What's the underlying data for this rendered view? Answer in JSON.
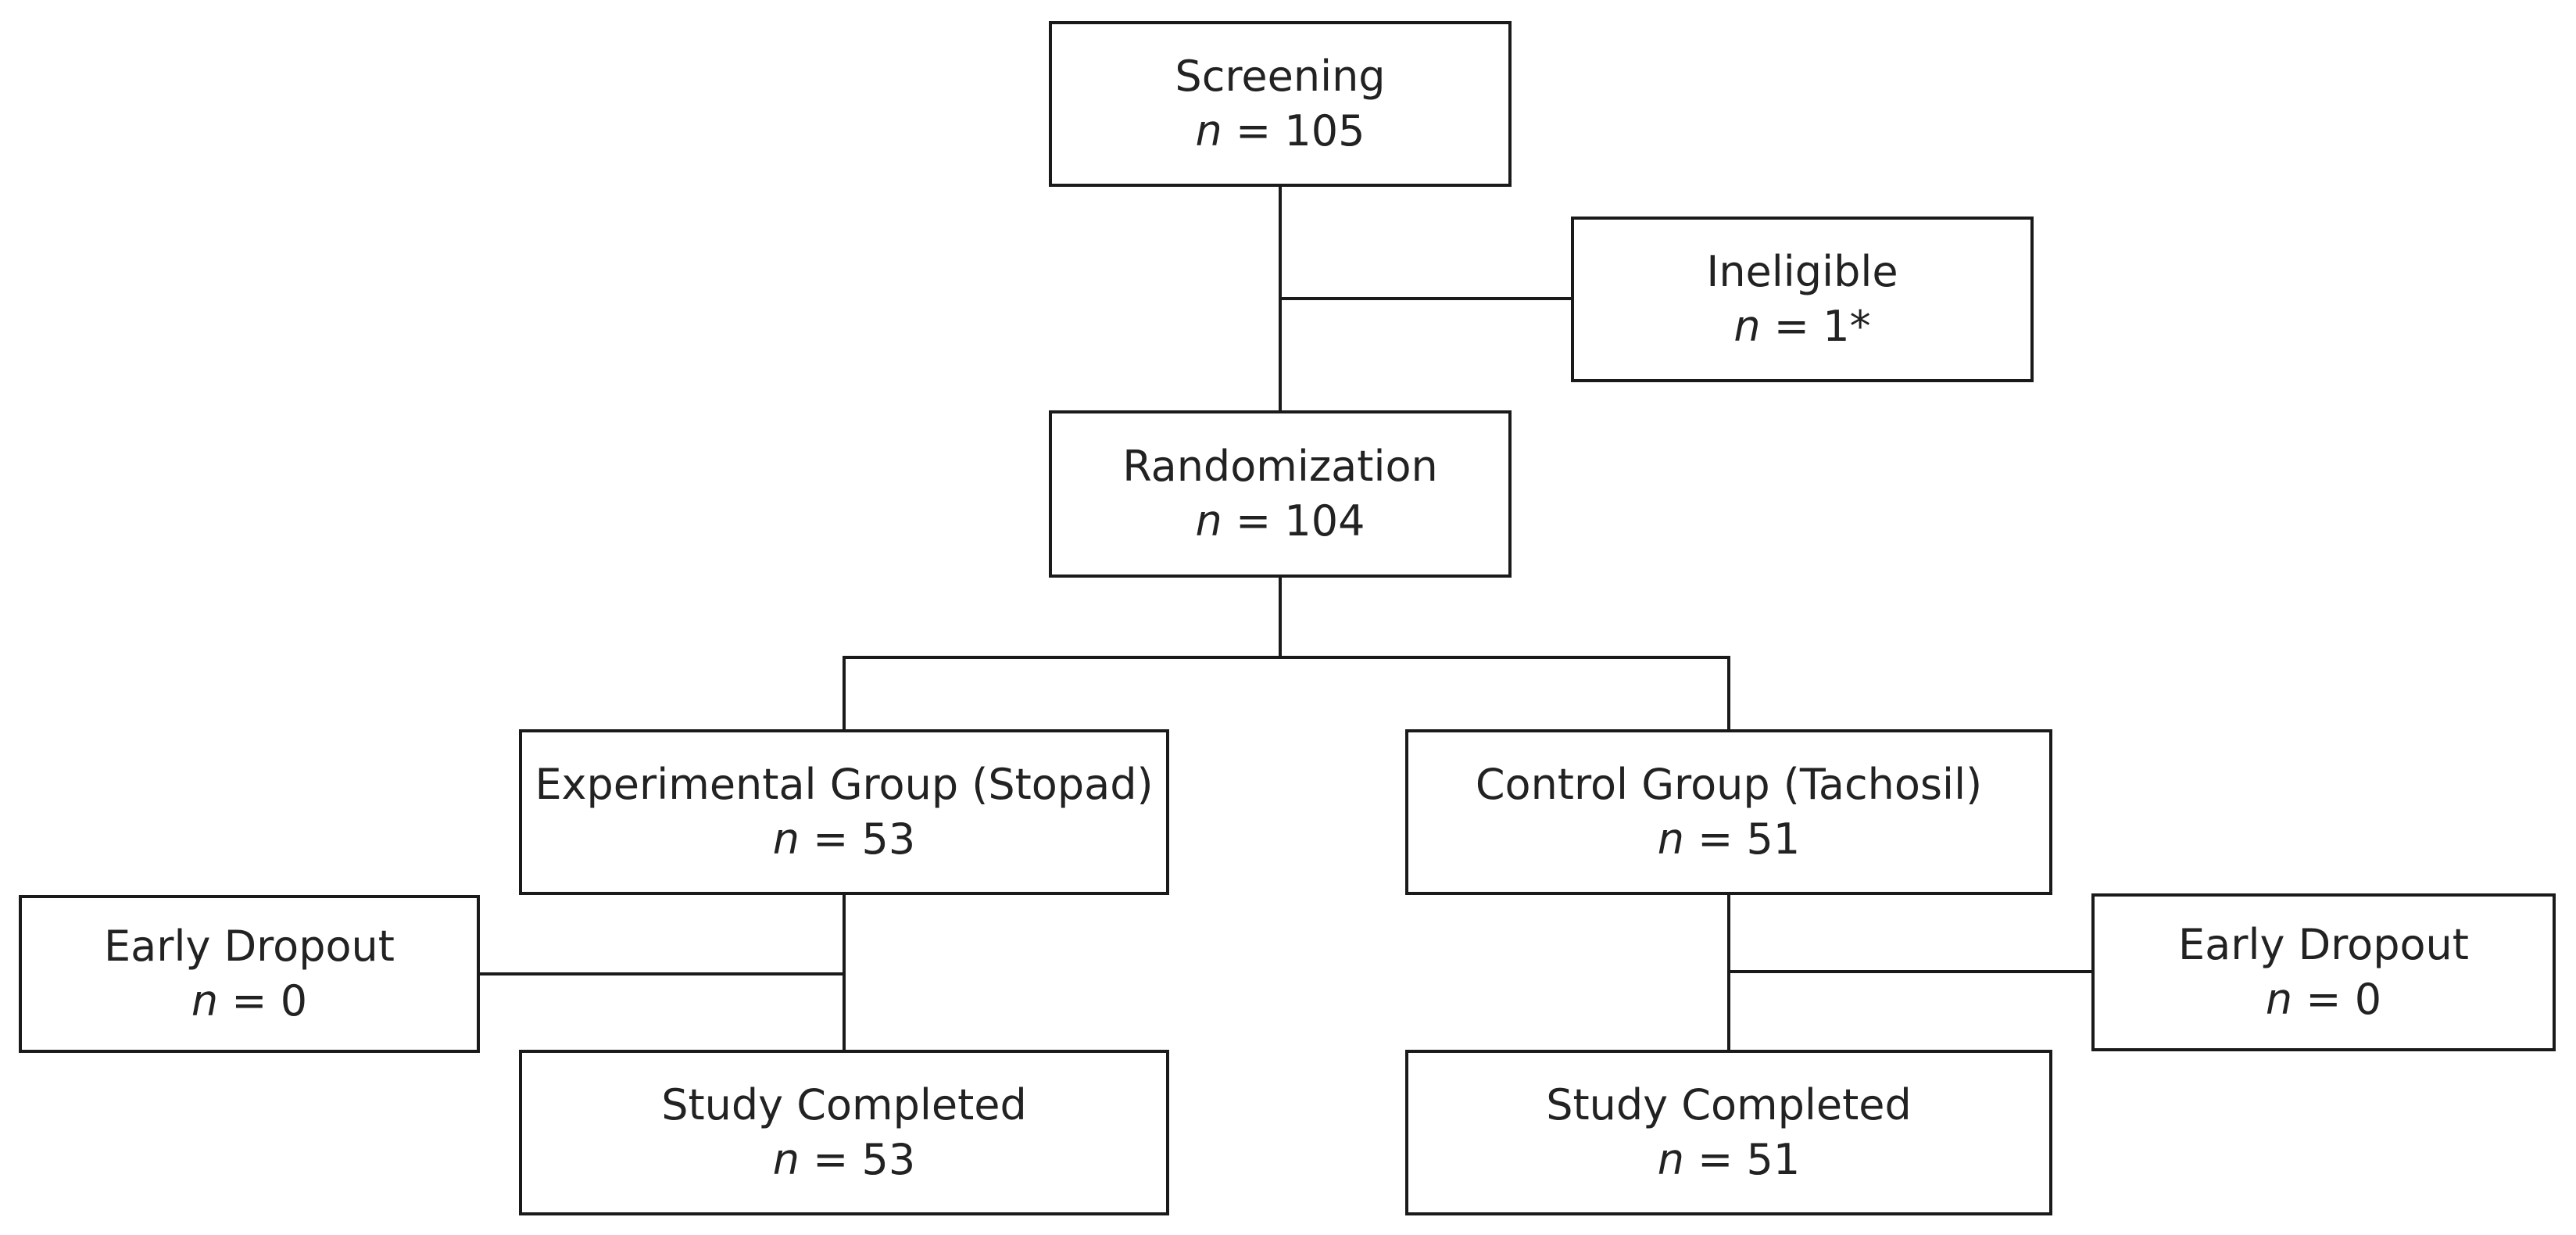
{
  "n_symbol": "n",
  "equals": " = ",
  "nodes": {
    "screening": {
      "title": "Screening",
      "count": "105"
    },
    "ineligible": {
      "title": "Ineligible",
      "count": "1*"
    },
    "randomization": {
      "title": "Randomization",
      "count": "104"
    },
    "experimental": {
      "title": "Experimental Group (Stopad)",
      "count": "53"
    },
    "control": {
      "title": "Control Group (Tachosil)",
      "count": "51"
    },
    "dropout_left": {
      "title": "Early Dropout",
      "count": "0"
    },
    "dropout_right": {
      "title": "Early Dropout",
      "count": "0"
    },
    "completed_left": {
      "title": "Study Completed",
      "count": "53"
    },
    "completed_right": {
      "title": "Study Completed",
      "count": "51"
    }
  }
}
